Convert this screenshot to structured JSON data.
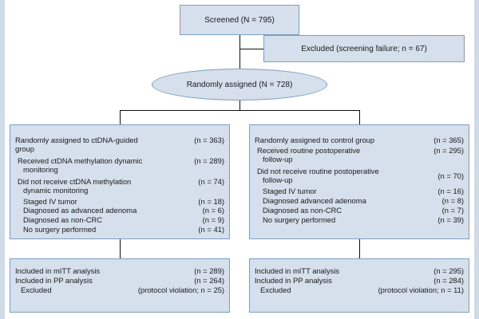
{
  "flow": {
    "screened": "Screened (N = 795)",
    "excluded": "Excluded (screening failure; n = 67)",
    "randomized": "Randomly assigned (N = 728)",
    "left_arm": {
      "title_line1": "Randomly assigned to ctDNA-guided",
      "title_line2": "group",
      "title_n": "(n = 363)",
      "received_line1": "Received ctDNA methylation dynamic",
      "received_line2": "monitoring",
      "received_n": "(n = 289)",
      "not_received_line1": "Did not receive ctDNA methylation",
      "not_received_line2": "dynamic monitoring",
      "not_received_n": "(n = 74)",
      "reasons": [
        {
          "label": "Staged IV tumor",
          "n": "(n = 18)"
        },
        {
          "label": "Diagnosed as advanced adenoma",
          "n": "(n = 6)"
        },
        {
          "label": "Diagnosed as non-CRC",
          "n": "(n = 9)"
        },
        {
          "label": "No surgery performed",
          "n": "(n = 41)"
        }
      ]
    },
    "right_arm": {
      "title_line1": "Randomly assigned to control group",
      "title_n": "(n = 365)",
      "received_line1": "Received routine postoperative",
      "received_line2": "follow-up",
      "received_n": "(n = 295)",
      "not_received_line1": "Did not receive routine postoperative",
      "not_received_line2": "follow-up",
      "not_received_n": "(n = 70)",
      "reasons": [
        {
          "label": "Staged IV tumor",
          "n": "(n = 16)"
        },
        {
          "label": "Diagnosed advanced adenoma",
          "n": "(n = 8)"
        },
        {
          "label": "Diagnosed as non-CRC",
          "n": "(n = 7)"
        },
        {
          "label": "No surgery performed",
          "n": "(n = 39)"
        }
      ]
    },
    "left_analysis": {
      "mitt": "Included in mITT analysis",
      "mitt_n": "(n = 289)",
      "pp": "Included in PP analysis",
      "pp_n": "(n = 264)",
      "excluded": "Excluded",
      "excluded_n": "(protocol violation; n = 25)"
    },
    "right_analysis": {
      "mitt": "Included in mITT analysis",
      "mitt_n": "(n = 295)",
      "pp": "Included in PP analysis",
      "pp_n": "(n = 284)",
      "excluded": "Excluded",
      "excluded_n": "(protocol violation; n = 11)"
    }
  }
}
